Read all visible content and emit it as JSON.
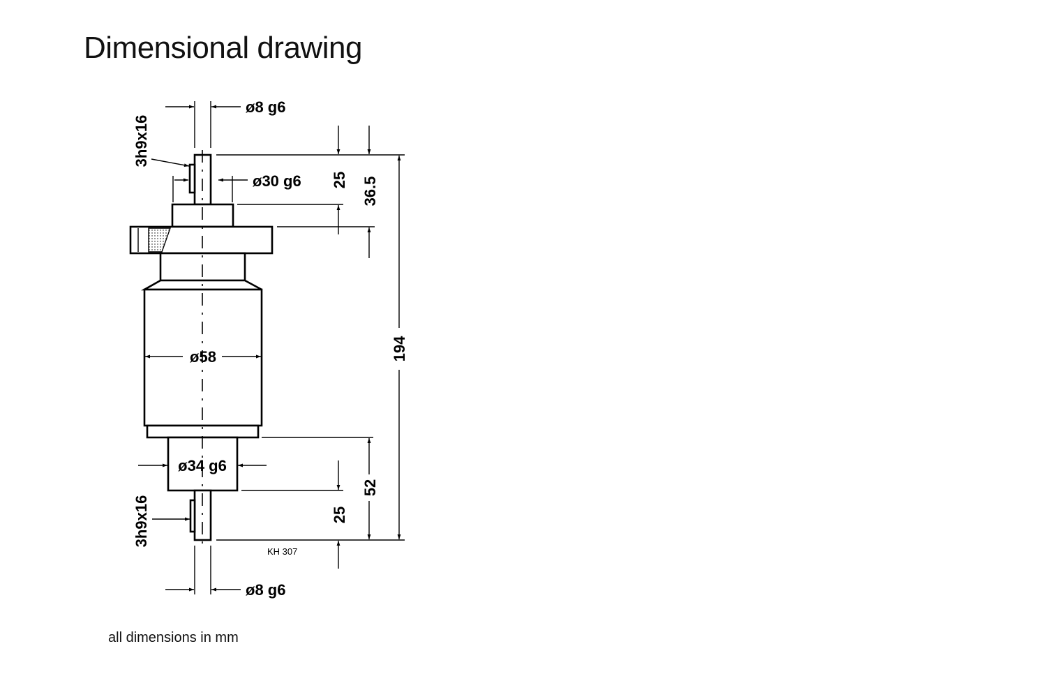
{
  "title": "Dimensional drawing",
  "footnote": "all dimensions in mm",
  "drawing": {
    "top_shaft_diameter": "ø8 g6",
    "top_key": "3h9x16",
    "collar_diameter": "ø30 g6",
    "top_shaft_length": "25",
    "top_flange_offset": "36.5",
    "body_diameter": "ø58",
    "overall_length": "194",
    "lower_collar_diameter": "ø34 g6",
    "lower_key": "3h9x16",
    "lower_shaft_length": "25",
    "lower_section_length": "52",
    "bottom_shaft_diameter": "ø8 g6",
    "drawing_id": "KH 307"
  }
}
